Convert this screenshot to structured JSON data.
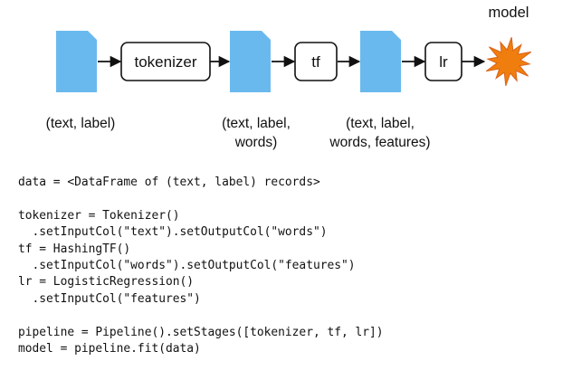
{
  "pipeline_diagram": {
    "stages": [
      {
        "id": "tokenizer",
        "label": "tokenizer"
      },
      {
        "id": "tf",
        "label": "tf"
      },
      {
        "id": "lr",
        "label": "lr"
      }
    ],
    "model_label": "model",
    "captions": [
      {
        "lines": [
          "(text, label)"
        ]
      },
      {
        "lines": [
          "(text, label,",
          "words)"
        ]
      },
      {
        "lines": [
          "(text, label,",
          "words, features)"
        ]
      }
    ],
    "colors": {
      "document": "#6ab9ee",
      "model_star": "#f07e0e",
      "outline": "#111111"
    }
  },
  "code_lines": [
    "data = <DataFrame of (text, label) records>",
    "",
    "tokenizer = Tokenizer()",
    "  .setInputCol(\"text\").setOutputCol(\"words\")",
    "tf = HashingTF()",
    "  .setInputCol(\"words\").setOutputCol(\"features\")",
    "lr = LogisticRegression()",
    "  .setInputCol(\"features\")",
    "",
    "pipeline = Pipeline().setStages([tokenizer, tf, lr])",
    "model = pipeline.fit(data)"
  ]
}
